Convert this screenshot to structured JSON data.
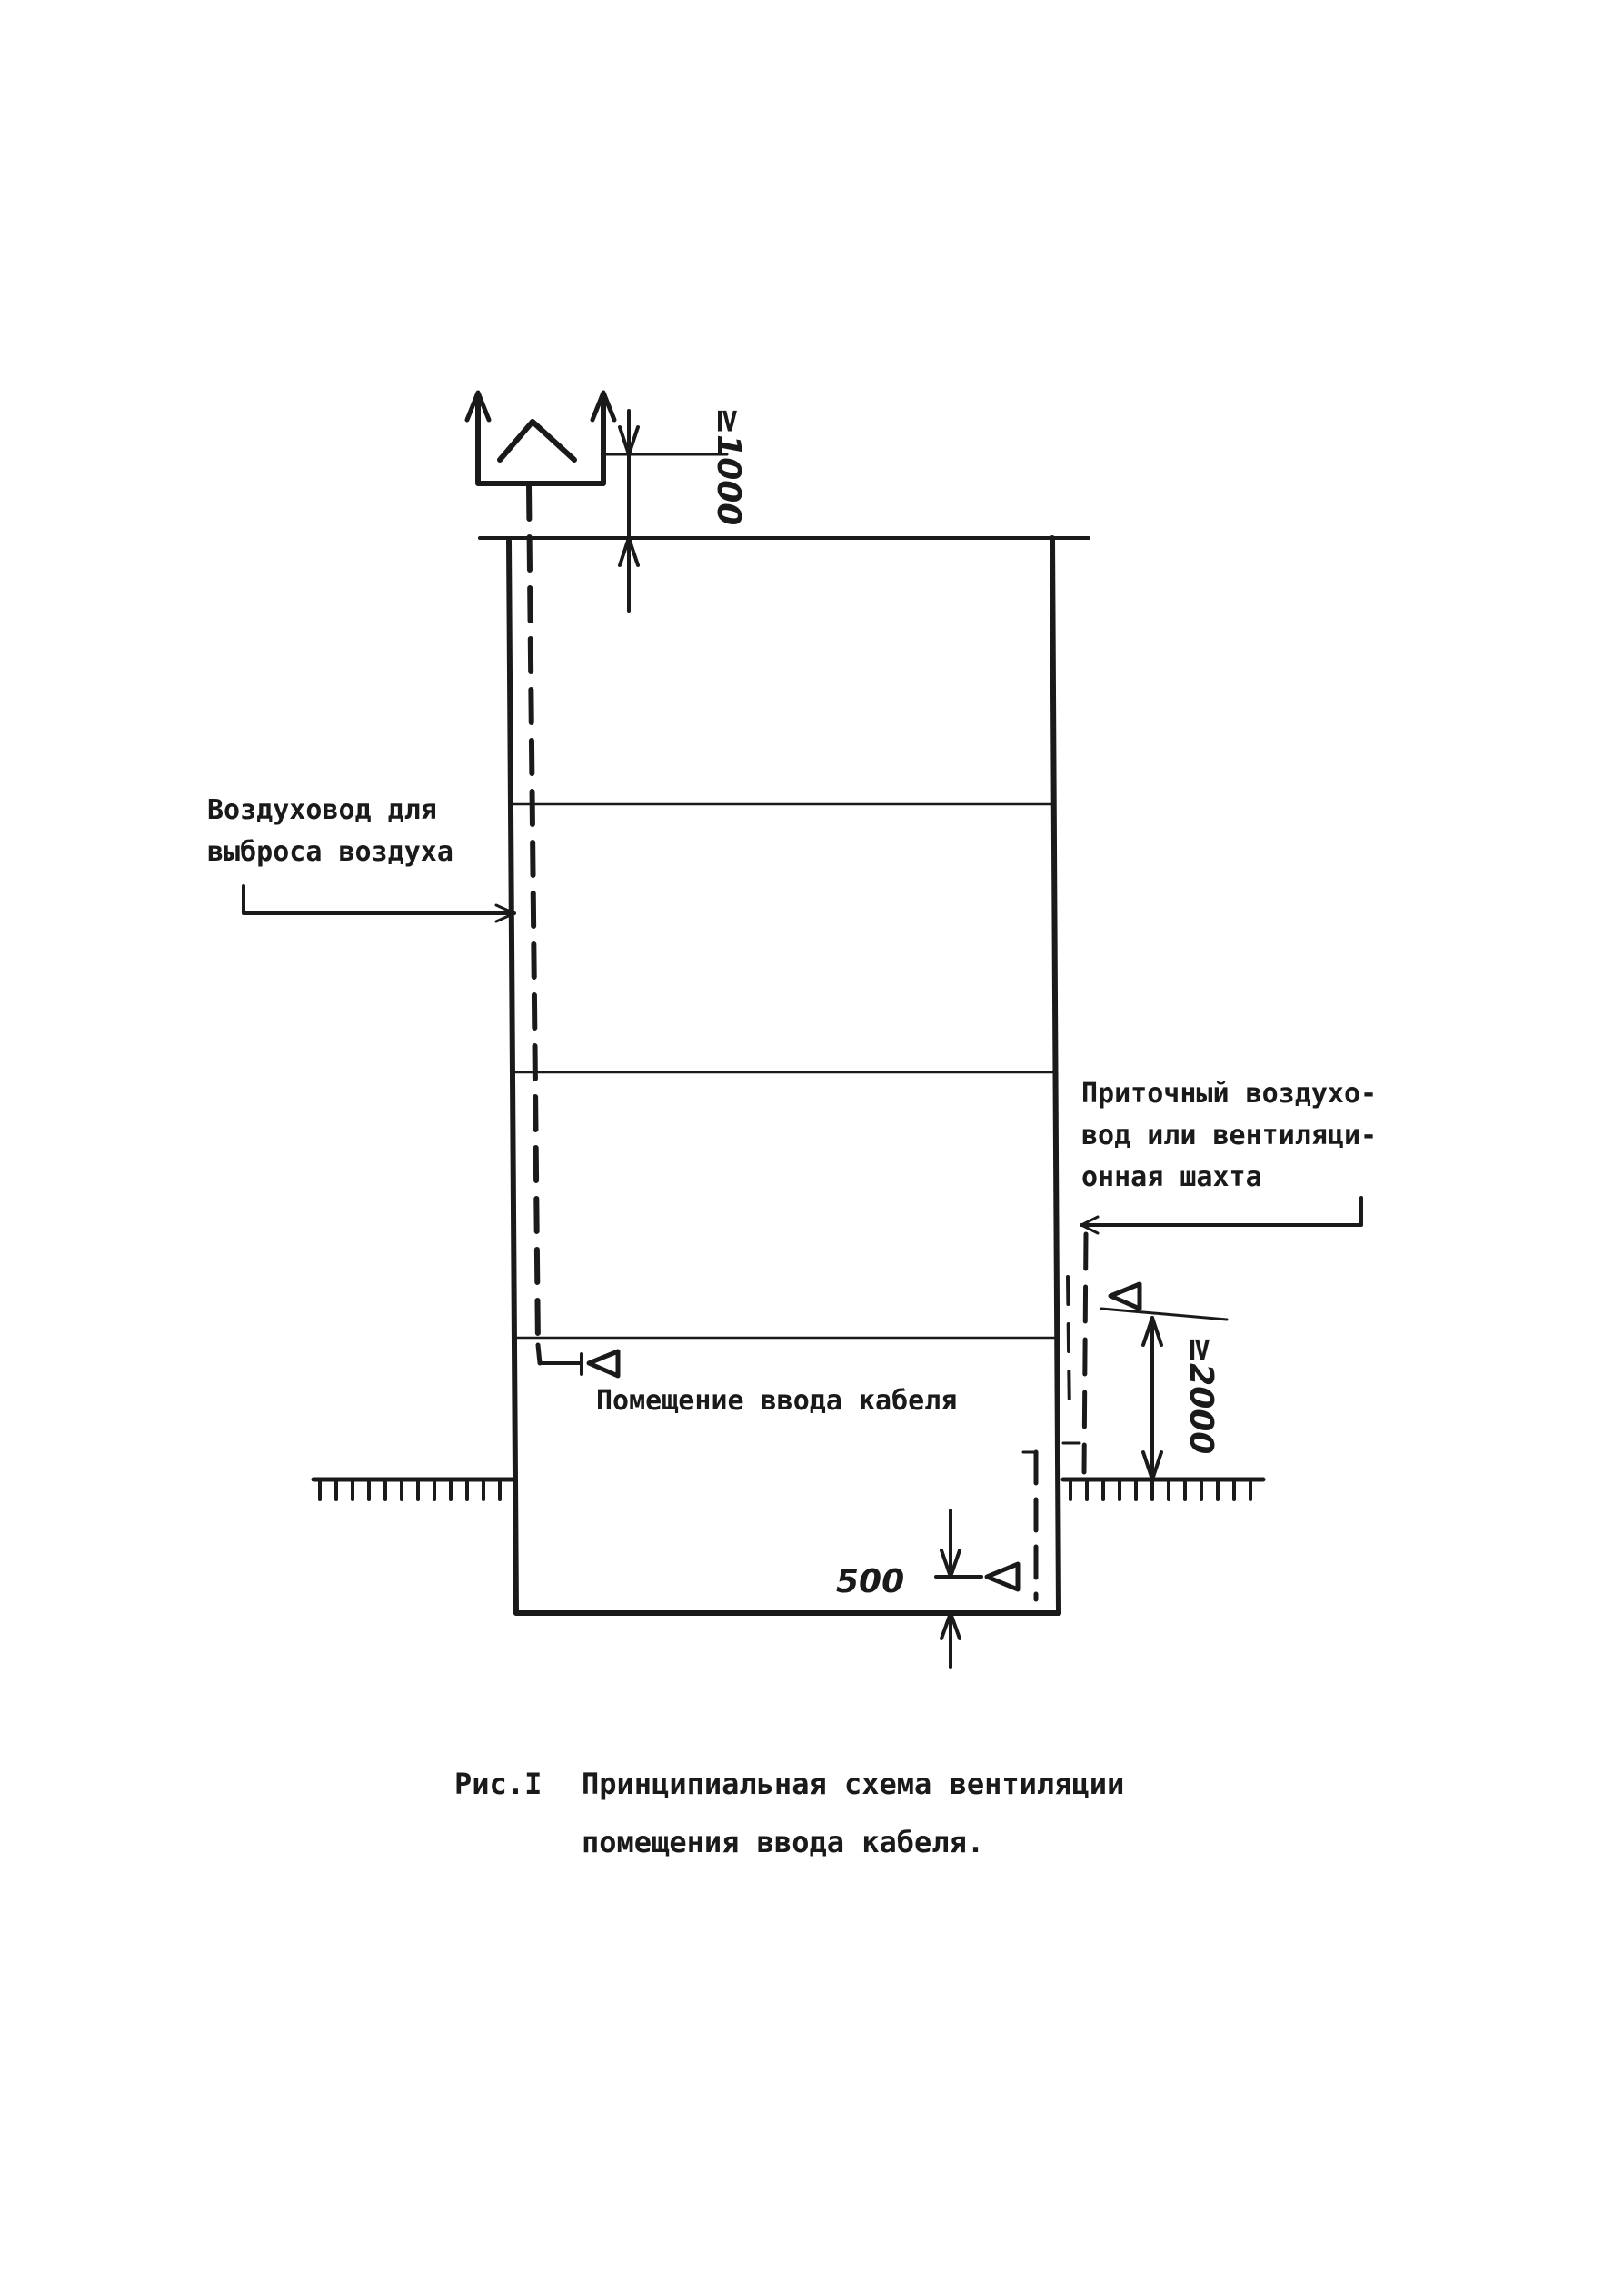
{
  "labels": {
    "exhaust_duct_line1": "Воздуховод для",
    "exhaust_duct_line2": "выброса воздуха",
    "supply_duct_line1": "Приточный воздухо-",
    "supply_duct_line2": "вод или вентиляци-",
    "supply_duct_line3": "онная шахта",
    "cable_room": "Помещение ввода кабеля"
  },
  "dimensions": {
    "roof_clearance": "≥1000",
    "supply_height": "≥2000",
    "bottom_offset": "500"
  },
  "caption": {
    "number": "Рис.I",
    "line1": "Принципиальная схема вентиляции",
    "line2": "помещения ввода кабеля."
  },
  "colors": {
    "ink": "#1a1a1a",
    "paper": "#ffffff"
  }
}
